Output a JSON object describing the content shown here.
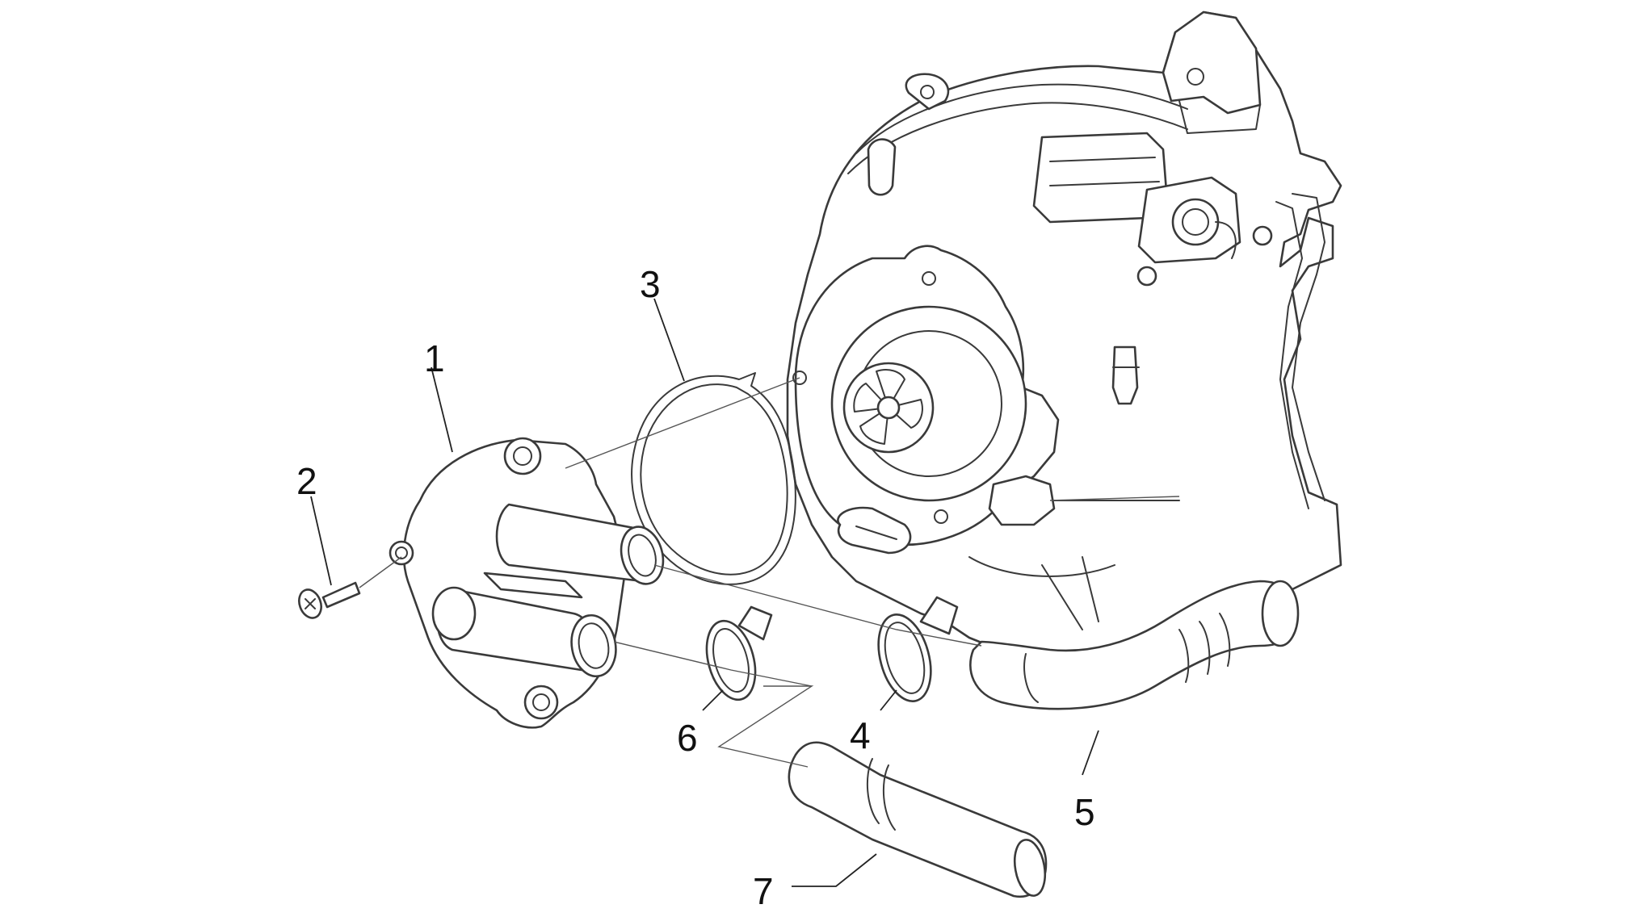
{
  "callouts": [
    {
      "id": "1",
      "label": "1"
    },
    {
      "id": "2",
      "label": "2"
    },
    {
      "id": "3",
      "label": "3"
    },
    {
      "id": "4",
      "label": "4"
    },
    {
      "id": "5",
      "label": "5"
    },
    {
      "id": "6",
      "label": "6"
    },
    {
      "id": "7",
      "label": "7"
    }
  ],
  "colors": {
    "line": "#3a3a3a",
    "background": "#ffffff"
  }
}
